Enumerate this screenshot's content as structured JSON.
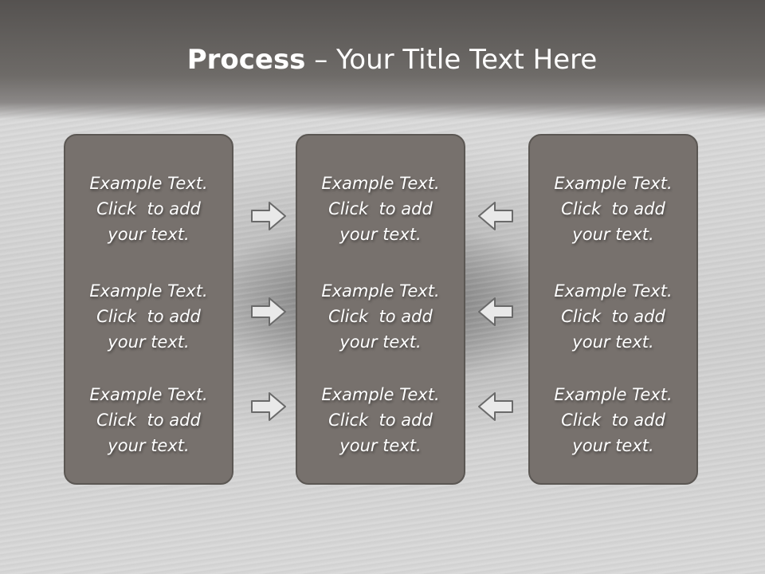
{
  "title": {
    "bold": "Process",
    "rest": " – Your Title Text Here"
  },
  "columns": [
    {
      "cells": [
        [
          "Example Text.",
          "Click  to add",
          "your text."
        ],
        [
          "Example Text.",
          "Click  to add",
          "your text."
        ],
        [
          "Example Text.",
          "Click  to add",
          "your text."
        ]
      ]
    },
    {
      "cells": [
        [
          "Example Text.",
          "Click  to add",
          "your text."
        ],
        [
          "Example Text.",
          "Click  to add",
          "your text."
        ],
        [
          "Example Text.",
          "Click  to add",
          "your text."
        ]
      ]
    },
    {
      "cells": [
        [
          "Example Text.",
          "Click  to add",
          "your text."
        ],
        [
          "Example Text.",
          "Click  to add",
          "your text."
        ],
        [
          "Example Text.",
          "Click  to add",
          "your text."
        ]
      ]
    }
  ],
  "arrows": {
    "left_group": [
      "right-arrow-icon",
      "right-arrow-icon",
      "right-arrow-icon"
    ],
    "right_group": [
      "left-arrow-icon",
      "left-arrow-icon",
      "left-arrow-icon"
    ]
  },
  "colors": {
    "header": "#5f5c59",
    "panel": "#77716d",
    "panel_border": "#5b5753",
    "arrow_fill": "#e9e9e9",
    "arrow_stroke": "#6a6a6a",
    "text": "#ffffff"
  }
}
